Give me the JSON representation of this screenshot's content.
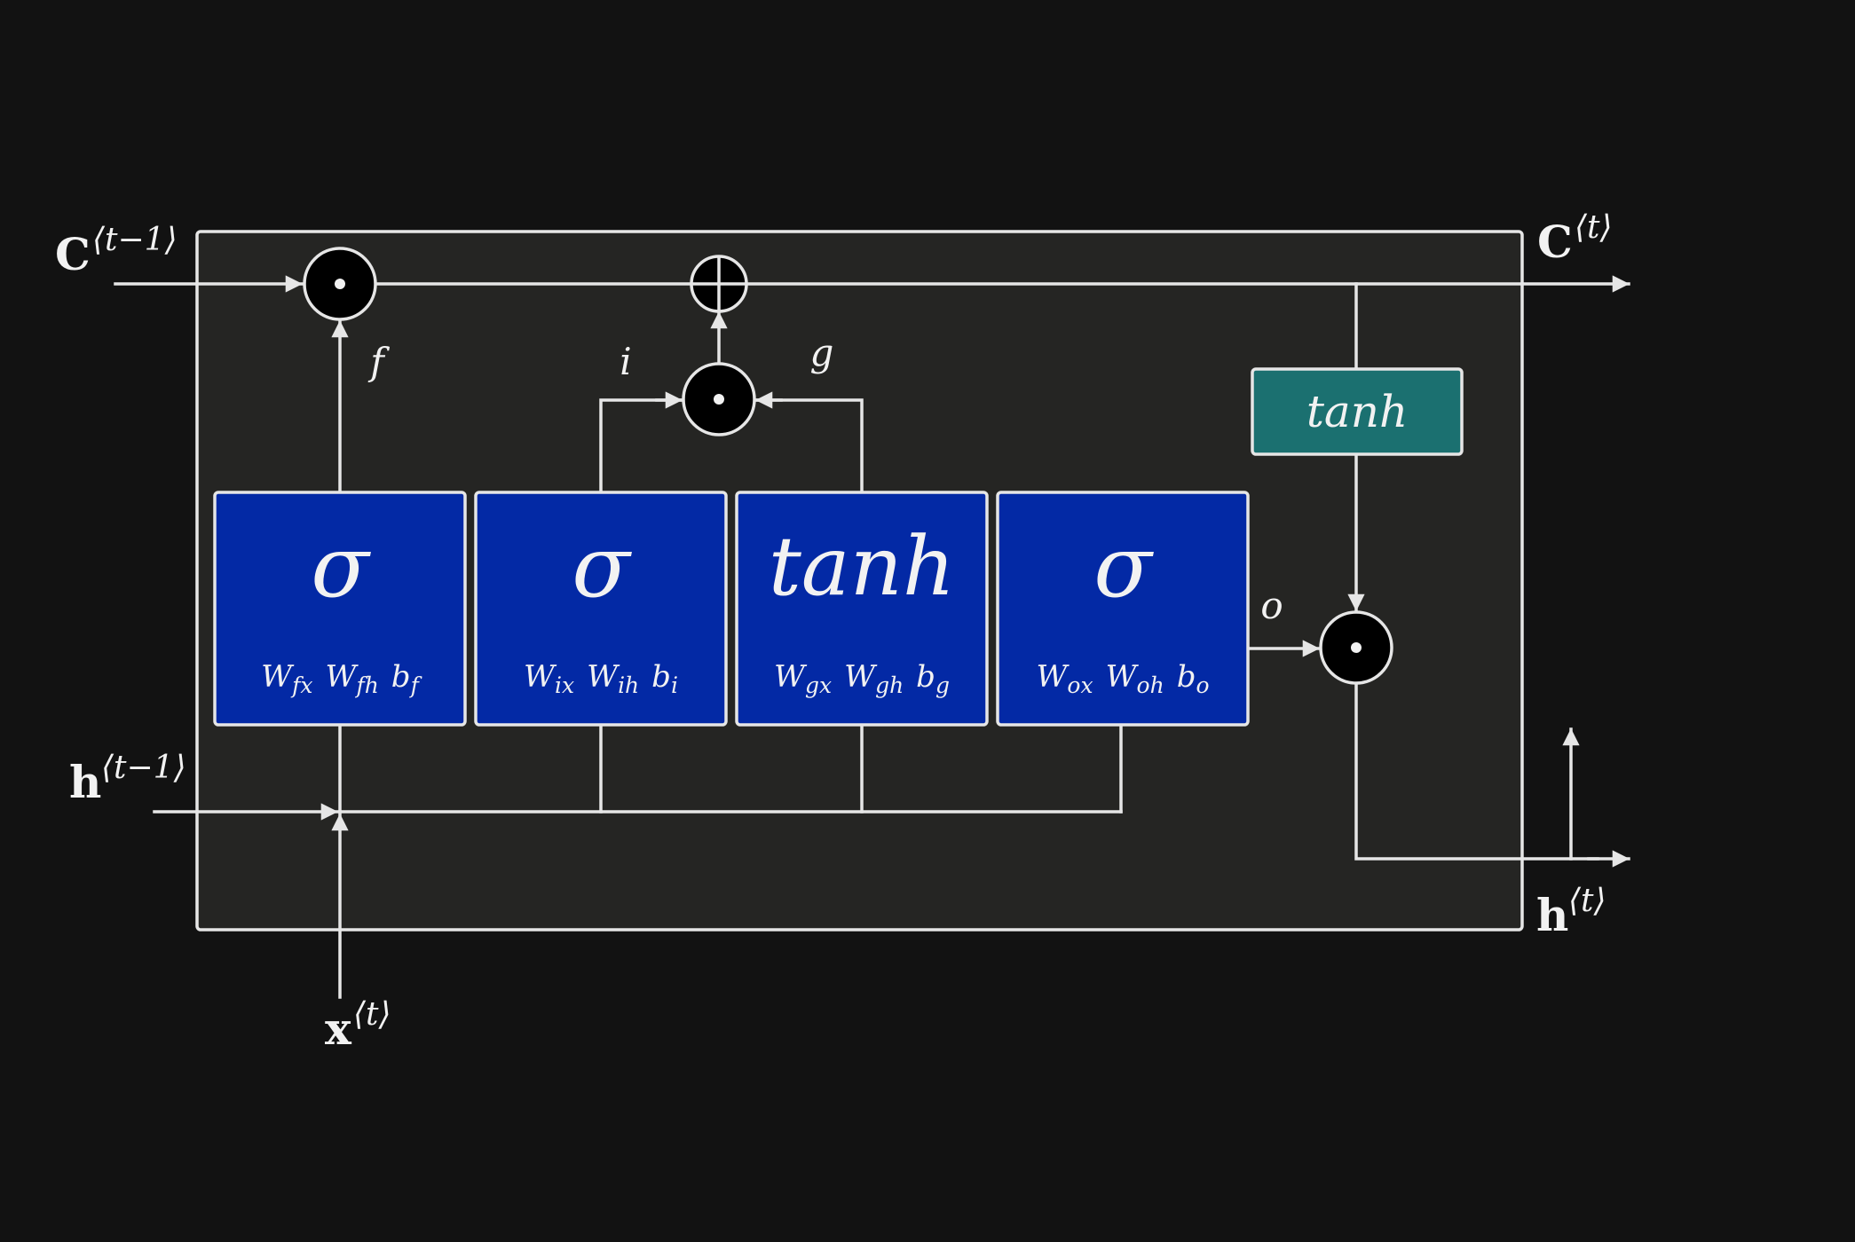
{
  "diagram": {
    "colors": {
      "background": "#121212",
      "cell_fill": "#252523",
      "line": "#e6e6e6",
      "gate_fill": "#0329a5",
      "tanh_out_fill": "#1b7070"
    },
    "labels": {
      "c_prev_base": "C",
      "c_prev_sup": "⟨t−1⟩",
      "c_next_base": "C",
      "c_next_sup": "⟨t⟩",
      "h_prev_base": "h",
      "h_prev_sup": "⟨t−1⟩",
      "h_next_base": "h",
      "h_next_sup": "⟨t⟩",
      "x_base": "x",
      "x_sup": "⟨t⟩",
      "f": "f",
      "i": "i",
      "g": "g",
      "o": "o"
    },
    "gates": [
      {
        "func": "σ",
        "w1": "W",
        "w1_sub": "fx",
        "w2": "W",
        "w2_sub": "fh",
        "b": "b",
        "b_sub": "f"
      },
      {
        "func": "σ",
        "w1": "W",
        "w1_sub": "ix",
        "w2": "W",
        "w2_sub": "ih",
        "b": "b",
        "b_sub": "i"
      },
      {
        "func": "tanh",
        "w1": "W",
        "w1_sub": "gx",
        "w2": "W",
        "w2_sub": "gh",
        "b": "b",
        "b_sub": "g"
      },
      {
        "func": "σ",
        "w1": "W",
        "w1_sub": "ox",
        "w2": "W",
        "w2_sub": "oh",
        "b": "b",
        "b_sub": "o"
      }
    ],
    "tanh_box_label": "tanh"
  }
}
